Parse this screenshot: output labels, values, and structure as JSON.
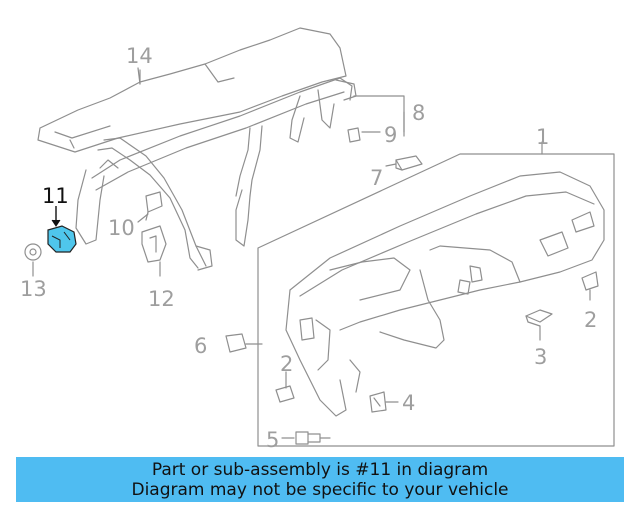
{
  "callouts": {
    "c1": "1",
    "c2a": "2",
    "c2b": "2",
    "c3": "3",
    "c4": "4",
    "c5": "5",
    "c6": "6",
    "c7": "7",
    "c8": "8",
    "c9": "9",
    "c10": "10",
    "c11": "11",
    "c12": "12",
    "c13": "13",
    "c14": "14"
  },
  "highlighted_part": "11",
  "colors": {
    "line": "#8f8f8f",
    "highlight": "#4fc6ec",
    "banner": "#4fbcf2"
  },
  "banner": {
    "line1": "Part or sub-assembly is #11 in diagram",
    "line2": "Diagram may not be specific to your vehicle"
  }
}
